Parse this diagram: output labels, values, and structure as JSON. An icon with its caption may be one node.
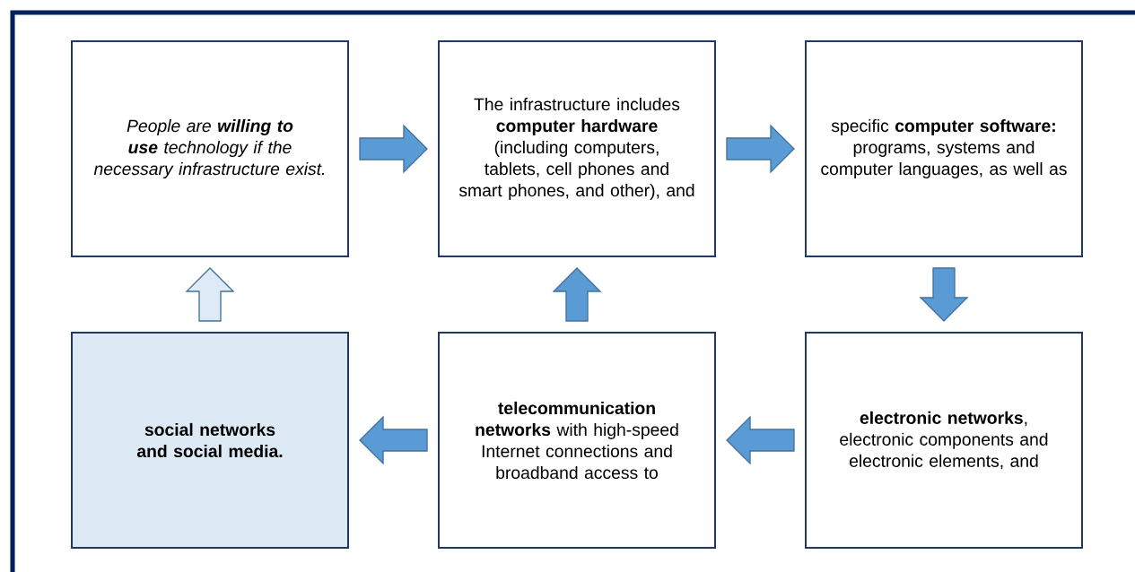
{
  "diagram": {
    "nodes": [
      {
        "text": [
          "People are **willing to use** technology if the necessary infrastructure exist."
        ]
      },
      {
        "text": [
          "The infrastructure includes **computer hardware** (including computers, tablets, cell phones and smart phones, and other), and"
        ]
      },
      {
        "text": [
          "specific **computer software:** programs, systems and computer languages, as well as"
        ]
      },
      {
        "text": [
          "social networks and social media."
        ]
      },
      {
        "text": [
          "**telecommunication networks** with high-speed Internet connections and broadband access to"
        ]
      },
      {
        "text": [
          "**electronic networks**, electronic components and electronic elements, and"
        ]
      }
    ],
    "edges": [
      {
        "from": 0,
        "to": 1,
        "arrow": "to"
      },
      {
        "from": 1,
        "to": 2,
        "arrow": "to"
      },
      {
        "from": 2,
        "to": 5,
        "arrow": "to"
      },
      {
        "from": 5,
        "to": 4,
        "arrow": "to"
      },
      {
        "from": 4,
        "to": 3,
        "arrow": "to"
      },
      {
        "from": 4,
        "to": 1,
        "arrow": "to"
      },
      {
        "from": 3,
        "to": 0,
        "arrow": "to",
        "color": "#deebf7"
      }
    ]
  }
}
